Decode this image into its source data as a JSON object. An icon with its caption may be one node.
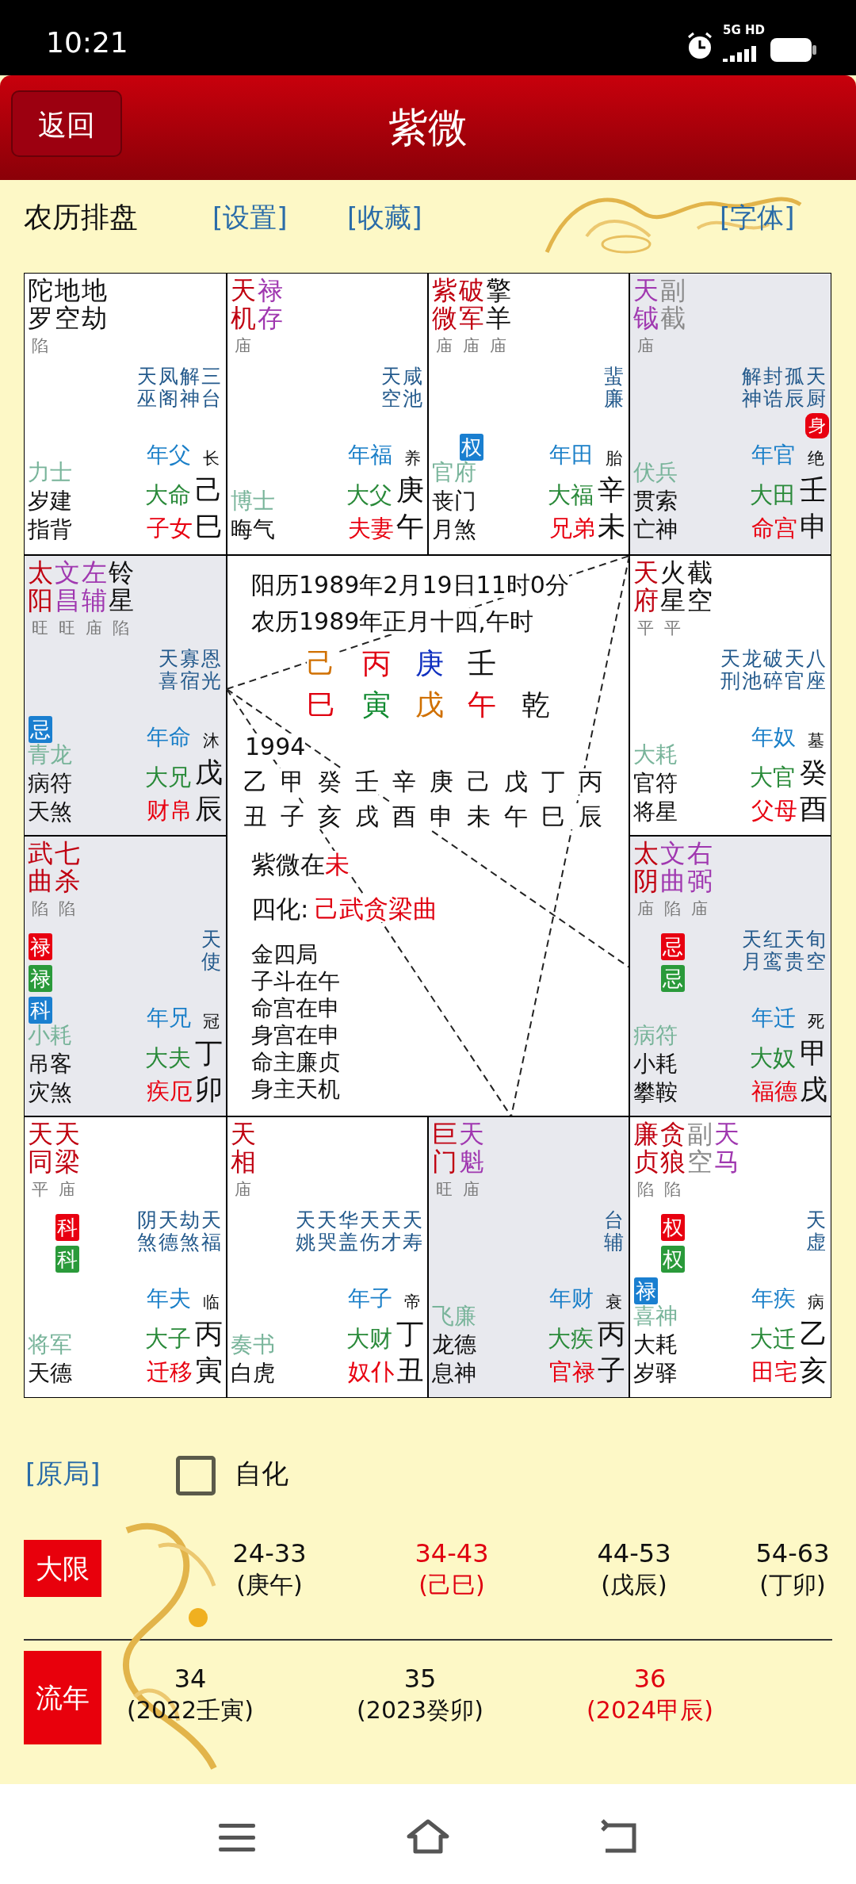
{
  "diagram": {
    "title": "紫微",
    "nodes": [
      {
        "text": [
          "陀罗",
          "地空",
          "地劫",
          "陷",
          "天巫",
          "凤阁",
          "解神",
          "三台",
          "力士",
          "岁建",
          "指背",
          "年父",
          "长",
          "大命",
          "己",
          "子女",
          "巳"
        ]
      },
      {
        "text": [
          "天机",
          "禄存",
          "庙",
          "天空",
          "咸池",
          "博士",
          "晦气",
          "年福",
          "养",
          "大父",
          "庚",
          "夫妻",
          "午"
        ]
      },
      {
        "text": [
          "紫微",
          "破军",
          "擎羊",
          "庙",
          "庙",
          "庙",
          "蜚廉",
          "权",
          "官府",
          "丧门",
          "月煞",
          "年田",
          "胎",
          "大福",
          "辛",
          "兄弟",
          "未"
        ]
      },
      {
        "text": [
          "天钺",
          "副截",
          "庙",
          "解神",
          "封诰",
          "孤辰",
          "天厨",
          "身",
          "伏兵",
          "贯索",
          "亡神",
          "年官",
          "绝",
          "大田",
          "壬",
          "命宫",
          "申"
        ]
      },
      {
        "text": [
          "太阳",
          "文昌",
          "左辅",
          "铃星",
          "旺",
          "旺",
          "庙",
          "陷",
          "天喜",
          "寡宿",
          "恩光",
          "忌",
          "青龙",
          "病符",
          "天煞",
          "年命",
          "沐",
          "大兄",
          "戊",
          "财帛",
          "辰"
        ]
      },
      {
        "text": [
          "天府",
          "火星",
          "截空",
          "平",
          "平",
          "天刑",
          "龙池",
          "破碎",
          "天官",
          "八座",
          "大耗",
          "官符",
          "将星",
          "年奴",
          "墓",
          "大官",
          "癸",
          "父母",
          "酉"
        ]
      },
      {
        "text": [
          "武曲",
          "七杀",
          "陷",
          "陷",
          "禄",
          "禄",
          "科",
          "天使",
          "小耗",
          "吊客",
          "灾煞",
          "年兄",
          "冠",
          "大夫",
          "丁",
          "疾厄",
          "卯"
        ]
      },
      {
        "text": [
          "太阴",
          "文曲",
          "右弼",
          "庙",
          "陷",
          "庙",
          "忌",
          "忌",
          "天月",
          "红鸾",
          "天贵",
          "旬空",
          "病符",
          "小耗",
          "攀鞍",
          "年迁",
          "死",
          "大奴",
          "甲",
          "福德",
          "戌"
        ]
      },
      {
        "text": [
          "天同",
          "天梁",
          "平",
          "庙",
          "科",
          "科",
          "阴煞",
          "天德",
          "劫煞",
          "天福",
          "将军",
          "天德",
          "年夫",
          "临",
          "大子",
          "丙",
          "迁移",
          "寅"
        ]
      },
      {
        "text": [
          "天相",
          "庙",
          "天姚",
          "天哭",
          "华盖",
          "天伤",
          "天才",
          "天寿",
          "奏书",
          "白虎",
          "年子",
          "帝",
          "大财",
          "丁",
          "奴仆",
          "丑"
        ]
      },
      {
        "text": [
          "巨门",
          "天魁",
          "旺",
          "庙",
          "台辅",
          "飞廉",
          "龙德",
          "息神",
          "年财",
          "衰",
          "大疾",
          "丙",
          "官禄",
          "子"
        ]
      },
      {
        "text": [
          "廉贞",
          "贪狼",
          "副空",
          "天马",
          "陷",
          "陷",
          "权",
          "权",
          "禄",
          "天虚",
          "喜神",
          "大耗",
          "岁驿",
          "年疾",
          "病",
          "大迁",
          "乙",
          "田宅",
          "亥"
        ]
      },
      {
        "text": [
          "大限"
        ]
      },
      {
        "text": [
          "流年"
        ]
      }
    ],
    "edges": [
      {
        "from": 4,
        "to": 3,
        "arrow": "none",
        "style": "dashed"
      },
      {
        "from": 4,
        "to": 10,
        "arrow": "none",
        "style": "dashed"
      },
      {
        "from": 3,
        "to": 10,
        "arrow": "none",
        "style": "dashed"
      },
      {
        "from": 4,
        "to": 7,
        "arrow": "none",
        "style": "dashed"
      }
    ],
    "labels": [
      "10:21",
      "5G HD",
      "返回",
      "农历排盘",
      "[设置]",
      "[收藏]",
      "[字体]",
      "阳历1989年2月19日11时0分",
      "农历1989年正月十四,午时",
      "己",
      "丙",
      "庚",
      "壬",
      "巳",
      "寅",
      "戊",
      "午",
      "乾",
      "1994",
      "乙甲癸壬辛庚己戊丁丙",
      "丑子亥戌酉申未午巳辰",
      "紫微在",
      "未",
      "四化:",
      "己武贪梁曲",
      "金四局",
      "子斗在午",
      "命宫在申",
      "身宫在申",
      "命主廉贞",
      "身主天机",
      "[原局]",
      "自化",
      "24-33",
      "(庚午)",
      "34-43",
      "(己巳)",
      "44-53",
      "(戊辰)",
      "54-63",
      "(丁卯)",
      "34",
      "(2022壬寅)",
      "35",
      "(2023癸卯)",
      "36",
      "(2024甲辰)"
    ]
  }
}
